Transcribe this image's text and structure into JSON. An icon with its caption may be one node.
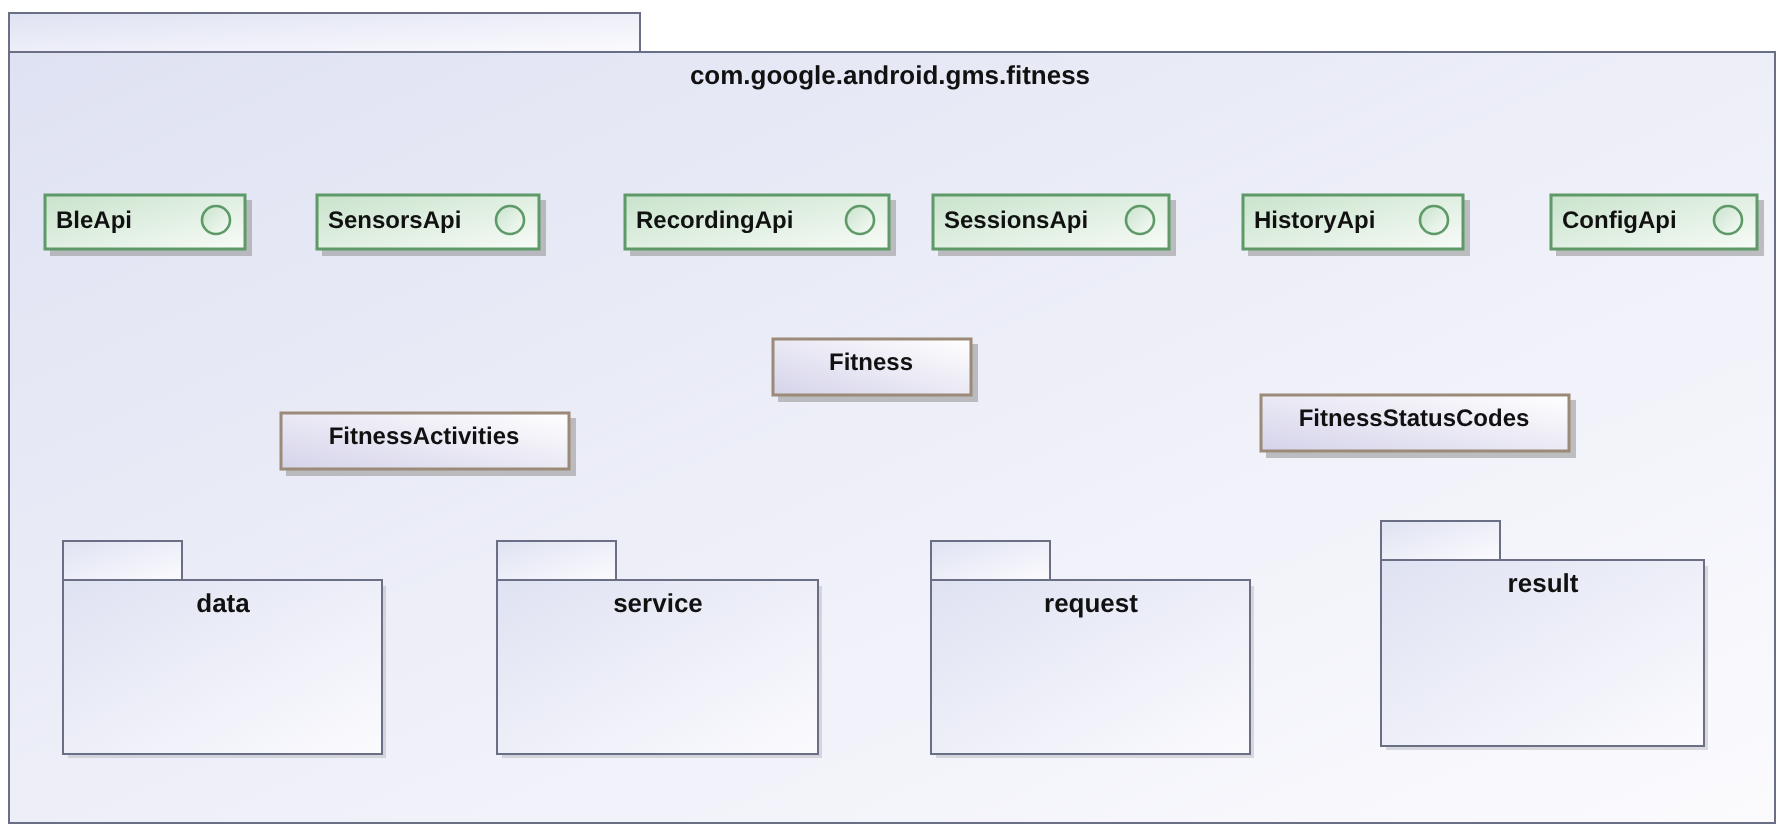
{
  "diagram": {
    "nodes": [
      {
        "text": [
          "com.google.android.gms.fitness"
        ]
      },
      {
        "text": [
          "BleApi"
        ],
        "in": 0
      },
      {
        "text": [
          "SensorsApi"
        ],
        "in": 0
      },
      {
        "text": [
          "RecordingApi"
        ],
        "in": 0
      },
      {
        "text": [
          "SessionsApi"
        ],
        "in": 0
      },
      {
        "text": [
          "HistoryApi"
        ],
        "in": 0
      },
      {
        "text": [
          "ConfigApi"
        ],
        "in": 0
      },
      {
        "text": [
          "Fitness"
        ],
        "in": 0
      },
      {
        "text": [
          "FitnessActivities"
        ],
        "in": 0
      },
      {
        "text": [
          "FitnessStatusCodes"
        ],
        "in": 0
      },
      {
        "text": [
          "data"
        ],
        "in": 0
      },
      {
        "text": [
          "service"
        ],
        "in": 0
      },
      {
        "text": [
          "request"
        ],
        "in": 0
      },
      {
        "text": [
          "result"
        ],
        "in": 0
      }
    ]
  }
}
